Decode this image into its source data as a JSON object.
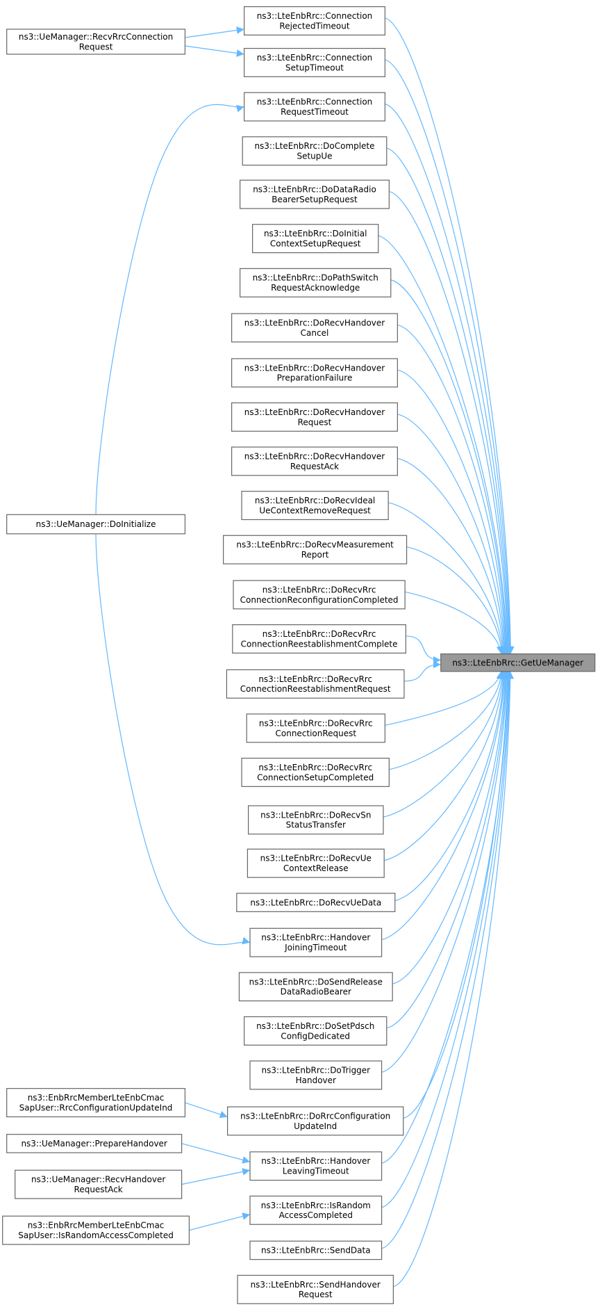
{
  "graph": {
    "edge_color": "#63b8ff",
    "target_fill": "#999999",
    "target": {
      "id": "t",
      "lines": [
        "ns3::LteEnbRrc::GetUeManager"
      ]
    },
    "callers": [
      {
        "id": "m1",
        "lines": [
          "ns3::LteEnbRrc::Connection",
          "RejectedTimeout"
        ]
      },
      {
        "id": "m2",
        "lines": [
          "ns3::LteEnbRrc::Connection",
          "SetupTimeout"
        ]
      },
      {
        "id": "m3",
        "lines": [
          "ns3::LteEnbRrc::Connection",
          "RequestTimeout"
        ]
      },
      {
        "id": "m4",
        "lines": [
          "ns3::LteEnbRrc::DoComplete",
          "SetupUe"
        ]
      },
      {
        "id": "m5",
        "lines": [
          "ns3::LteEnbRrc::DoDataRadio",
          "BearerSetupRequest"
        ]
      },
      {
        "id": "m6",
        "lines": [
          "ns3::LteEnbRrc::DoInitial",
          "ContextSetupRequest"
        ]
      },
      {
        "id": "m7",
        "lines": [
          "ns3::LteEnbRrc::DoPathSwitch",
          "RequestAcknowledge"
        ]
      },
      {
        "id": "m8",
        "lines": [
          "ns3::LteEnbRrc::DoRecvHandover",
          "Cancel"
        ]
      },
      {
        "id": "m9",
        "lines": [
          "ns3::LteEnbRrc::DoRecvHandover",
          "PreparationFailure"
        ]
      },
      {
        "id": "m10",
        "lines": [
          "ns3::LteEnbRrc::DoRecvHandover",
          "Request"
        ]
      },
      {
        "id": "m11",
        "lines": [
          "ns3::LteEnbRrc::DoRecvHandover",
          "RequestAck"
        ]
      },
      {
        "id": "m12",
        "lines": [
          "ns3::LteEnbRrc::DoRecvIdeal",
          "UeContextRemoveRequest"
        ]
      },
      {
        "id": "m13",
        "lines": [
          "ns3::LteEnbRrc::DoRecvMeasurement",
          "Report"
        ]
      },
      {
        "id": "m14",
        "lines": [
          "ns3::LteEnbRrc::DoRecvRrc",
          "ConnectionReconfigurationCompleted"
        ]
      },
      {
        "id": "m15",
        "lines": [
          "ns3::LteEnbRrc::DoRecvRrc",
          "ConnectionReestablishmentComplete"
        ]
      },
      {
        "id": "m16",
        "lines": [
          "ns3::LteEnbRrc::DoRecvRrc",
          "ConnectionReestablishmentRequest"
        ]
      },
      {
        "id": "m17",
        "lines": [
          "ns3::LteEnbRrc::DoRecvRrc",
          "ConnectionRequest"
        ]
      },
      {
        "id": "m18",
        "lines": [
          "ns3::LteEnbRrc::DoRecvRrc",
          "ConnectionSetupCompleted"
        ]
      },
      {
        "id": "m19",
        "lines": [
          "ns3::LteEnbRrc::DoRecvSn",
          "StatusTransfer"
        ]
      },
      {
        "id": "m20",
        "lines": [
          "ns3::LteEnbRrc::DoRecvUe",
          "ContextRelease"
        ]
      },
      {
        "id": "m21",
        "lines": [
          "ns3::LteEnbRrc::DoRecvUeData"
        ]
      },
      {
        "id": "m22",
        "lines": [
          "ns3::LteEnbRrc::Handover",
          "JoiningTimeout"
        ]
      },
      {
        "id": "m23",
        "lines": [
          "ns3::LteEnbRrc::DoSendRelease",
          "DataRadioBearer"
        ]
      },
      {
        "id": "m24",
        "lines": [
          "ns3::LteEnbRrc::DoSetPdsch",
          "ConfigDedicated"
        ]
      },
      {
        "id": "m25",
        "lines": [
          "ns3::LteEnbRrc::DoTrigger",
          "Handover"
        ]
      },
      {
        "id": "m26",
        "lines": [
          "ns3::LteEnbRrc::DoRrcConfiguration",
          "UpdateInd"
        ]
      },
      {
        "id": "m27",
        "lines": [
          "ns3::LteEnbRrc::Handover",
          "LeavingTimeout"
        ]
      },
      {
        "id": "m28",
        "lines": [
          "ns3::LteEnbRrc::IsRandom",
          "AccessCompleted"
        ]
      },
      {
        "id": "m29",
        "lines": [
          "ns3::LteEnbRrc::SendData"
        ]
      },
      {
        "id": "m30",
        "lines": [
          "ns3::LteEnbRrc::SendHandover",
          "Request"
        ]
      }
    ],
    "outer_callers": [
      {
        "id": "l1",
        "lines": [
          "ns3::UeManager::RecvRrcConnection",
          "Request"
        ],
        "calls": [
          "m1",
          "m2"
        ]
      },
      {
        "id": "l2",
        "lines": [
          "ns3::UeManager::DoInitialize"
        ],
        "calls": [
          "m3",
          "m22"
        ]
      },
      {
        "id": "l3",
        "lines": [
          "ns3::EnbRrcMemberLteEnbCmac",
          "SapUser::RrcConfigurationUpdateInd"
        ],
        "calls": [
          "m26"
        ]
      },
      {
        "id": "l4",
        "lines": [
          "ns3::UeManager::PrepareHandover"
        ],
        "calls": [
          "m27"
        ]
      },
      {
        "id": "l5",
        "lines": [
          "ns3::UeManager::RecvHandover",
          "RequestAck"
        ],
        "calls": [
          "m27"
        ]
      },
      {
        "id": "l6",
        "lines": [
          "ns3::EnbRrcMemberLteEnbCmac",
          "SapUser::IsRandomAccessCompleted"
        ],
        "calls": [
          "m28"
        ]
      }
    ]
  }
}
